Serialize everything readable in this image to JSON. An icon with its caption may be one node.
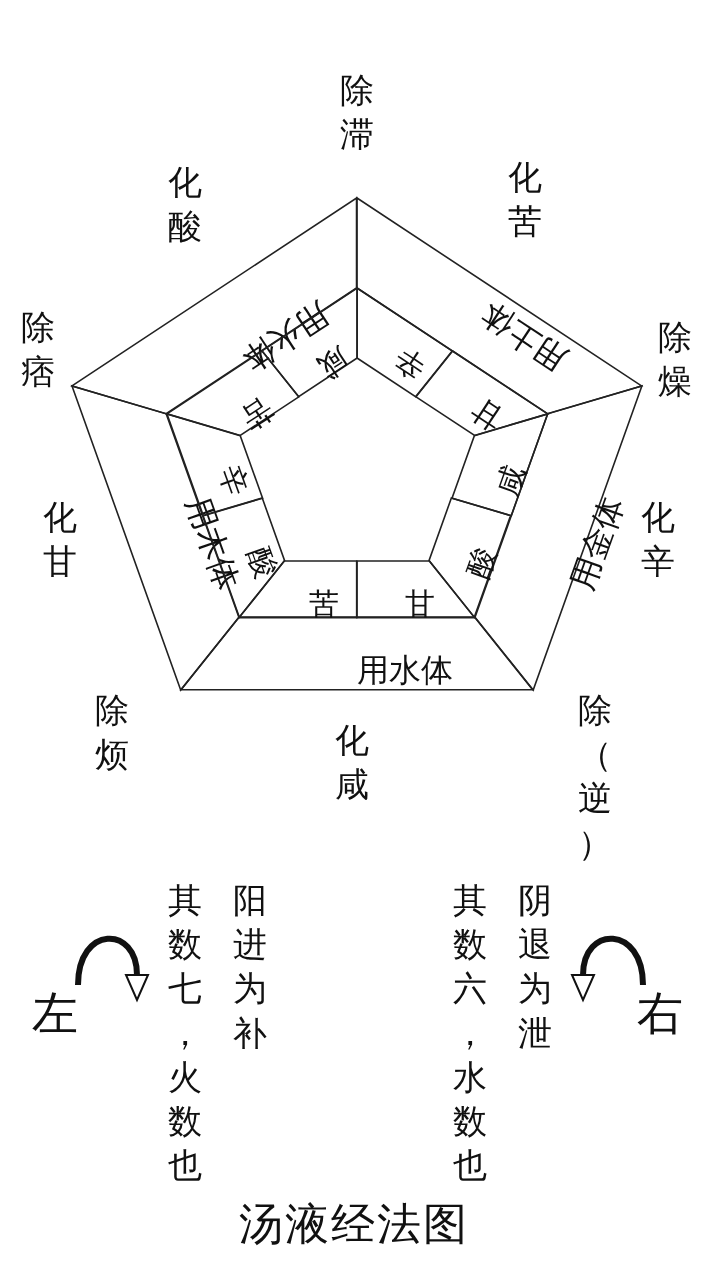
{
  "diagram": {
    "title": "汤液经法图",
    "nodes": [
      {
        "text": [
          "用火体"
        ]
      },
      {
        "text": [
          "用土体"
        ]
      },
      {
        "text": [
          "用金体"
        ]
      },
      {
        "text": [
          "用水体"
        ]
      },
      {
        "text": [
          "用木体"
        ]
      },
      {
        "text": [
          "苦"
        ]
      },
      {
        "text": [
          "咸"
        ]
      },
      {
        "text": [
          "辛"
        ]
      },
      {
        "text": [
          "甘"
        ]
      },
      {
        "text": [
          "咸"
        ]
      },
      {
        "text": [
          "酸"
        ]
      },
      {
        "text": [
          "苦"
        ]
      },
      {
        "text": [
          "甘"
        ]
      },
      {
        "text": [
          "辛"
        ]
      },
      {
        "text": [
          "酸"
        ]
      }
    ],
    "edges": [],
    "labels": [
      "除滞",
      "化酸",
      "化苦",
      "除痞",
      "除燥",
      "化甘",
      "化辛",
      "除烦",
      "除（逆）",
      "化咸",
      "阳进为补",
      "其数七，火数也",
      "左",
      "阴退为泄",
      "其数六，水数也",
      "右"
    ]
  }
}
